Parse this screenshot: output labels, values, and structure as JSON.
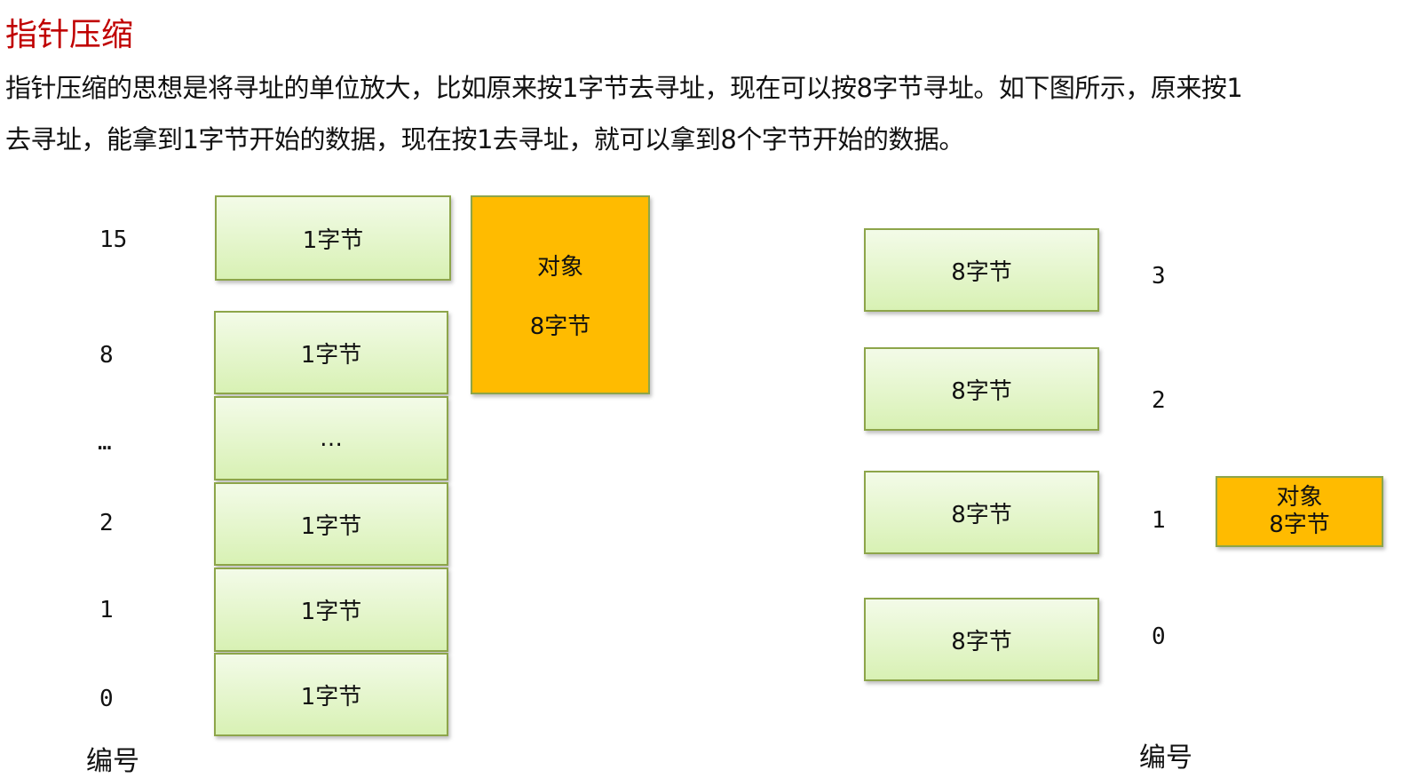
{
  "title": "指针压缩",
  "paragraph": [
    "指针压缩的思想是将寻址的单位放大，比如原来按1字节去寻址，现在可以按8字节寻址。如下图所示，原来按1",
    "去寻址，能拿到1字节开始的数据，现在按1去寻址，就可以拿到8个字节开始的数据。"
  ],
  "left": {
    "cells": [
      "1字节",
      "1字节",
      "…",
      "1字节",
      "1字节",
      "1字节"
    ],
    "indices": [
      "15",
      "8",
      "…",
      "2",
      "1",
      "0"
    ],
    "index_label": "编号",
    "object": {
      "name": "对象",
      "size": "8字节"
    }
  },
  "right": {
    "cells": [
      "8字节",
      "8字节",
      "8字节",
      "8字节"
    ],
    "indices": [
      "3",
      "2",
      "1",
      "0"
    ],
    "index_label": "编号",
    "object": {
      "name": "对象",
      "size": "8字节"
    }
  },
  "colors": {
    "title": "#c00000",
    "object": "#ffbb00",
    "cell_border": "#8da54a"
  }
}
